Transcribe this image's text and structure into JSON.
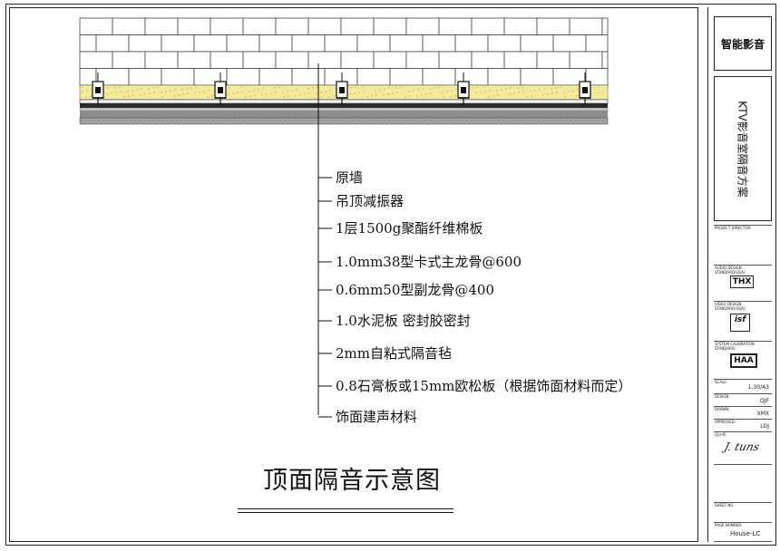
{
  "layers": [
    "原墙",
    "吊顶减振器",
    "1层1500g聚酯纤维棉板",
    "1.0mm38型卡式主龙骨@600",
    "0.6mm50型副龙骨@400",
    "1.0水泥板 密封胶密封",
    "2mm自粘式隔音毡",
    "0.8石膏板或15mm欧松板（根据饰面材料而定）",
    "饰面建声材料"
  ],
  "title": "顶面隔音示意图",
  "title_block": {
    "company": "智能影音",
    "project": "KTV影音室隔音方案",
    "project_director_label": "PROJECT DIRECTOR:",
    "audio_label": "AUDIO DESIGN STANDARD(USA):",
    "audio_logo": "THX",
    "video_label": "VIDEO DESIGN STANDARD(USA):",
    "video_logo": "isf",
    "calibration_label": "SYSTEM CALIBRATION STANDARD:",
    "calibration_logo": "HAA",
    "scale_label": "SCALE:",
    "scale_value": "1:30/A3",
    "design_label": "DESIGN:",
    "design_value": "QJF",
    "drawn_label": "DRAWN:",
    "drawn_value": "XMX",
    "approved_label": "APPROVED:",
    "approved_value": "LDJ",
    "designer_label": "设计师:",
    "sheet_label": "SHEET NO.:",
    "page_label": "PAGE NUMBER:",
    "page_value": "House-LC"
  },
  "colors": {
    "insulation": "#f3ea9c",
    "board_dark": "#2a2a2a",
    "board_mid": "#9a9a9a",
    "brick_line": "#444444"
  }
}
